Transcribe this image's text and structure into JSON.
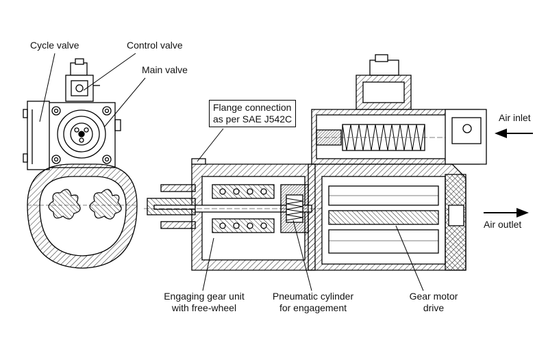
{
  "labels": {
    "cycle_valve": "Cycle valve",
    "control_valve": "Control valve",
    "main_valve": "Main valve",
    "flange_line1": "Flange connection",
    "flange_line2": "as per SAE J542C",
    "air_inlet": "Air inlet",
    "air_outlet": "Air outlet",
    "engaging_line1": "Engaging gear unit",
    "engaging_line2": "with free-wheel",
    "pneumatic_line1": "Pneumatic cylinder",
    "pneumatic_line2": "for engagement",
    "gear_line1": "Gear motor",
    "gear_line2": "drive"
  },
  "colors": {
    "ink": "#000000",
    "paper": "#ffffff",
    "hatch": "#000000"
  }
}
